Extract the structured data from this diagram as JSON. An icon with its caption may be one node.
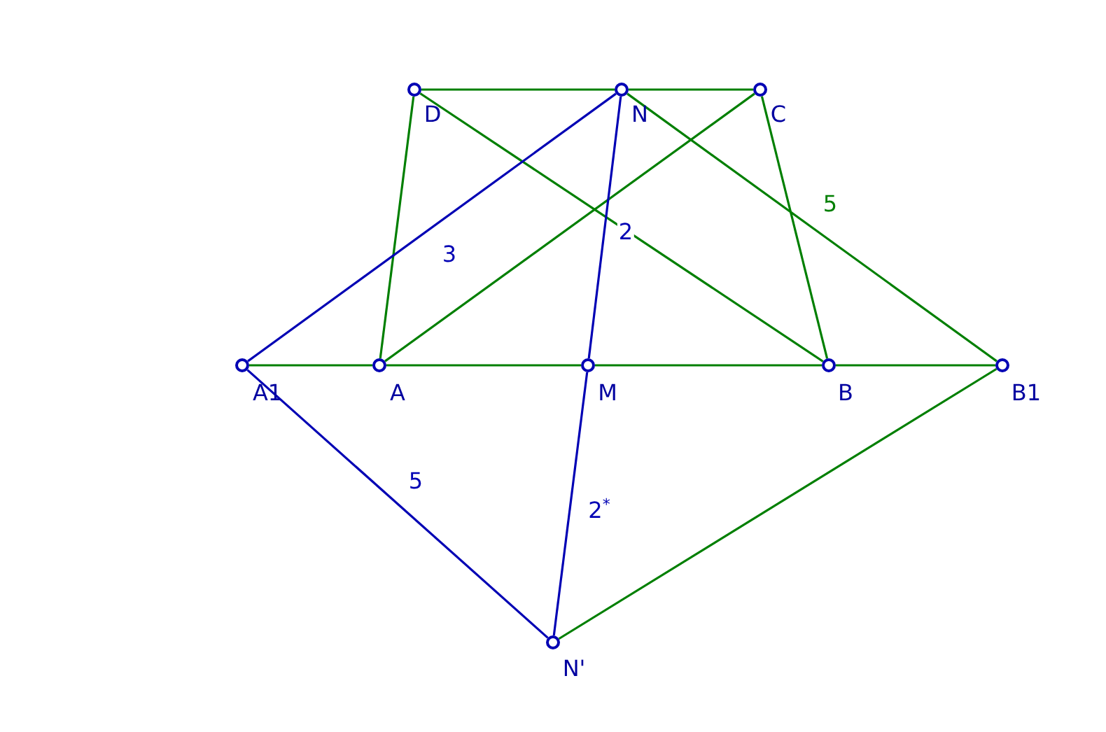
{
  "diagram": {
    "nodes": [
      {
        "text": [],
        "shape": "circle",
        "beside": [
          "D"
        ]
      },
      {
        "text": [],
        "shape": "circle",
        "beside": [
          "N"
        ]
      },
      {
        "text": [],
        "shape": "circle",
        "beside": [
          "C"
        ]
      },
      {
        "text": [],
        "shape": "circle",
        "beside": [
          "A1"
        ]
      },
      {
        "text": [],
        "shape": "circle",
        "beside": [
          "A"
        ]
      },
      {
        "text": [],
        "shape": "circle",
        "beside": [
          "M"
        ]
      },
      {
        "text": [],
        "shape": "circle",
        "beside": [
          "B"
        ]
      },
      {
        "text": [],
        "shape": "circle",
        "beside": [
          "B1"
        ]
      },
      {
        "text": [],
        "shape": "circle",
        "beside": [
          "N'"
        ]
      }
    ],
    "edges": [
      {
        "from": 0,
        "to": 1,
        "arrow": "none"
      },
      {
        "from": 1,
        "to": 2,
        "arrow": "none"
      },
      {
        "from": 0,
        "to": 4,
        "arrow": "none"
      },
      {
        "from": 2,
        "to": 6,
        "arrow": "none"
      },
      {
        "from": 4,
        "to": 2,
        "arrow": "none"
      },
      {
        "from": 0,
        "to": 6,
        "arrow": "none"
      },
      {
        "from": 1,
        "to": 7,
        "arrow": "none",
        "label": "5"
      },
      {
        "from": 3,
        "to": 4,
        "arrow": "none"
      },
      {
        "from": 4,
        "to": 5,
        "arrow": "none"
      },
      {
        "from": 5,
        "to": 6,
        "arrow": "none"
      },
      {
        "from": 6,
        "to": 7,
        "arrow": "none"
      },
      {
        "from": 7,
        "to": 8,
        "arrow": "none"
      },
      {
        "from": 3,
        "to": 1,
        "arrow": "none",
        "label": "3",
        "color": "#0000b4"
      },
      {
        "from": 1,
        "to": 5,
        "arrow": "none",
        "label": "2",
        "color": "#0000b4"
      },
      {
        "from": 5,
        "to": 8,
        "arrow": "none",
        "label": "2$^{*}$",
        "color": "#0000b4"
      },
      {
        "from": 3,
        "to": 8,
        "arrow": "none",
        "label": "5",
        "color": "#0000b4"
      }
    ]
  }
}
